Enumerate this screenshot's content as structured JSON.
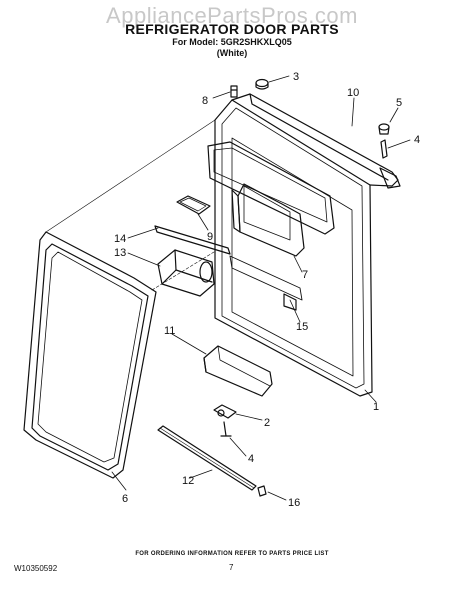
{
  "watermark": "AppliancePartsPros.com",
  "title": "REFRIGERATOR DOOR PARTS",
  "model_line": "For Model: 5GR2SHKXLQ05",
  "color_line": "(White)",
  "footer_note": "FOR ORDERING INFORMATION REFER TO PARTS PRICE LIST",
  "doc_id": "W10350592",
  "page_number": "7",
  "callouts": {
    "c1": "1",
    "c2": "2",
    "c3": "3",
    "c4a": "4",
    "c4b": "4",
    "c5": "5",
    "c6": "6",
    "c7": "7",
    "c8": "8",
    "c9": "9",
    "c10": "10",
    "c11": "11",
    "c12": "12",
    "c13": "13",
    "c14": "14",
    "c15": "15",
    "c16": "16"
  }
}
